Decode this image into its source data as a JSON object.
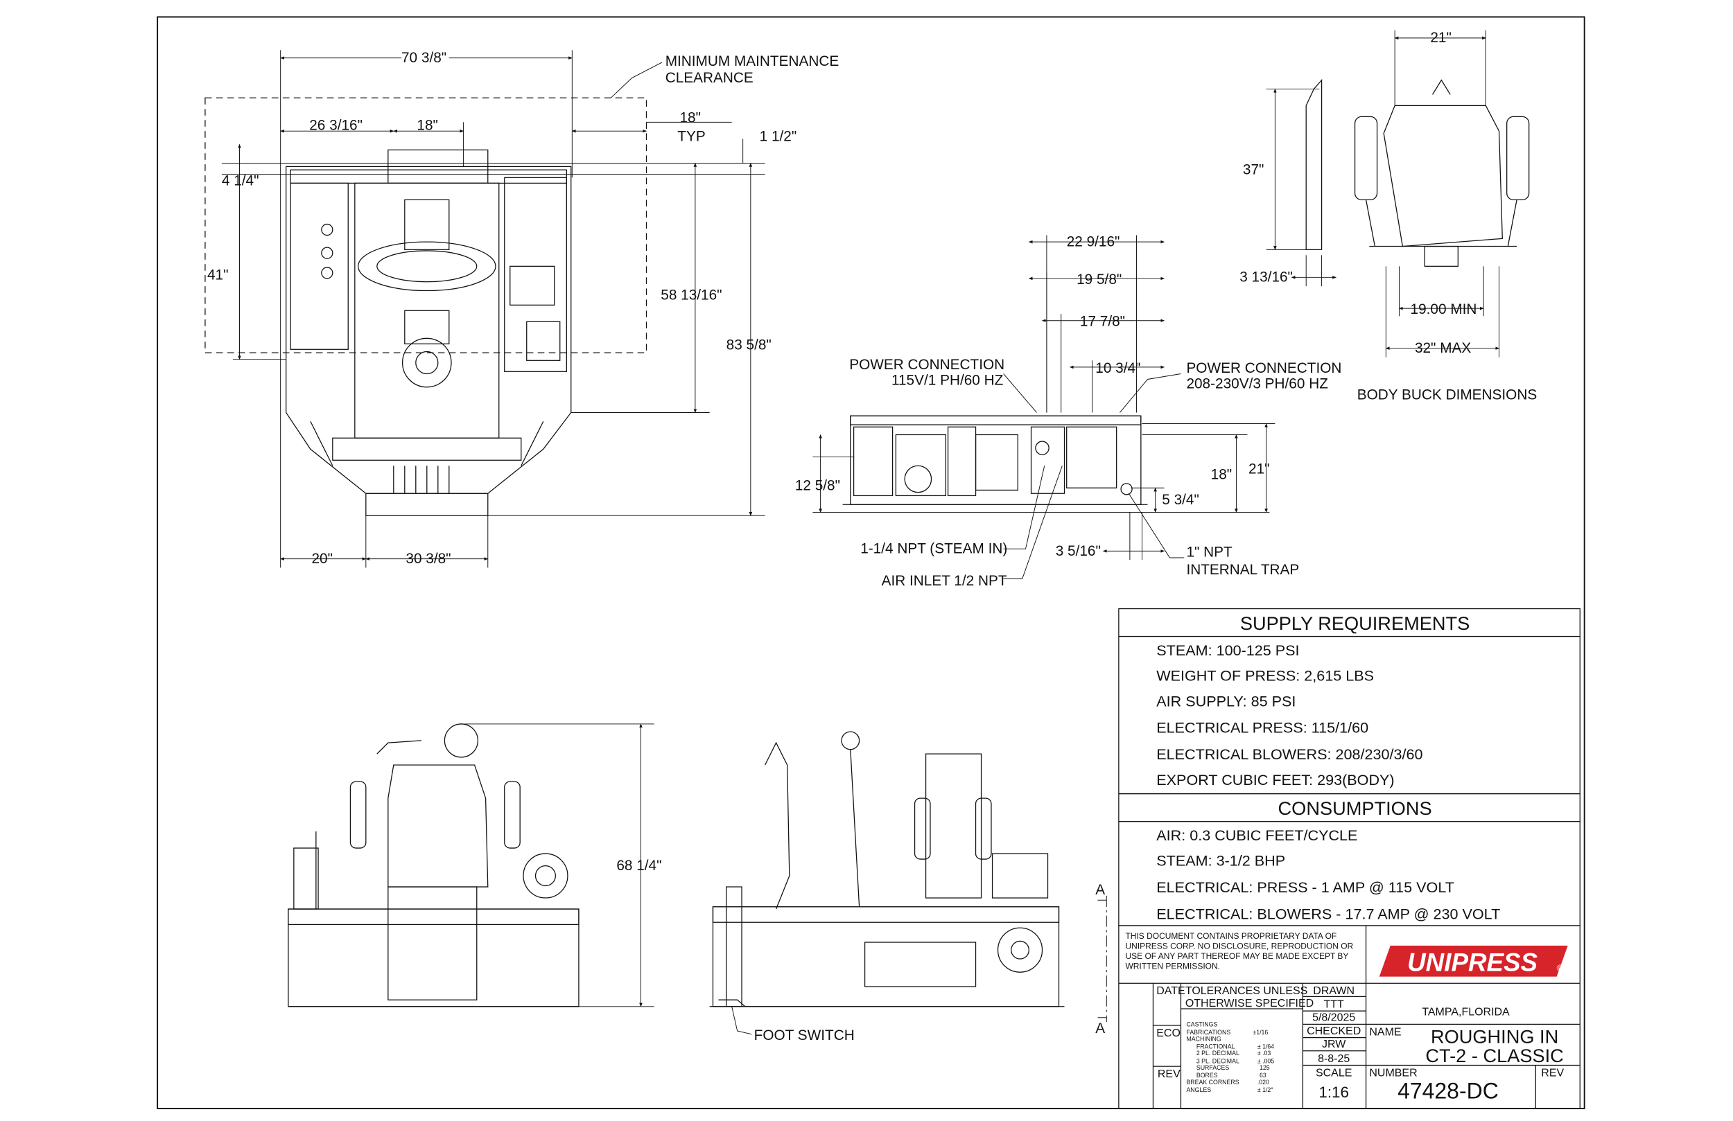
{
  "top_view": {
    "dims": {
      "overall_width": "70 3/8\"",
      "left_offset": "26 3/16\"",
      "center_offset": "18\"",
      "top_gap": "4 1/4\"",
      "left_height": "41\"",
      "right_height": "58 13/16\"",
      "overall_depth": "83 5/8\"",
      "bottom_left": "20\"",
      "bottom_center": "30 3/8\"",
      "clearance_typ_value": "18\"",
      "clearance_typ_label": "TYP",
      "small_offset": "1 1/2\""
    },
    "clearance_label_1": "MINIMUM MAINTENANCE",
    "clearance_label_2": "CLEARANCE"
  },
  "side_view": {
    "dims": {
      "d1": "22 9/16\"",
      "d2": "19 5/8\"",
      "d3": "17 7/8\"",
      "d4": "10 3/4\"",
      "h_left": "12 5/8\"",
      "h_mid": "18\"",
      "h_right": "21\"",
      "h_low": "5 3/4\"",
      "bottom_gap": "3 5/16\""
    },
    "power_115_title": "POWER CONNECTION",
    "power_115_spec": "115V/1 PH/60 HZ",
    "power_208_title": "POWER CONNECTION",
    "power_208_spec": "208-230V/3 PH/60 HZ",
    "steam_in": "1-1/4 NPT (STEAM IN)",
    "air_inlet": "AIR INLET 1/2 NPT",
    "npt_1": "1\" NPT",
    "internal_trap": "INTERNAL TRAP"
  },
  "body_buck": {
    "width_top": "21\"",
    "height": "37\"",
    "small": "3 13/16\"",
    "min": "19.00 MIN",
    "max": "32\" MAX",
    "caption": "BODY BUCK DIMENSIONS"
  },
  "front_view": {
    "height": "68 1/4\""
  },
  "right_view": {
    "foot_switch": "FOOT SWITCH",
    "section_mark": "A"
  },
  "supply": {
    "title": "SUPPLY REQUIREMENTS",
    "rows": [
      "STEAM: 100-125 PSI",
      "WEIGHT OF PRESS: 2,615 LBS",
      "AIR SUPPLY: 85 PSI",
      "ELECTRICAL PRESS: 115/1/60",
      "ELECTRICAL BLOWERS: 208/230/3/60",
      "EXPORT CUBIC FEET: 293(BODY)"
    ]
  },
  "consumptions": {
    "title": "CONSUMPTIONS",
    "rows": [
      "AIR: 0.3 CUBIC FEET/CYCLE",
      "STEAM: 3-1/2 BHP",
      "ELECTRICAL: PRESS - 1 AMP @ 115 VOLT",
      "ELECTRICAL: BLOWERS - 17.7 AMP @ 230 VOLT"
    ]
  },
  "title_block": {
    "notice_lines": [
      "THIS DOCUMENT CONTAINS PROPRIETARY DATA OF",
      "UNIPRESS CORP. NO DISCLOSURE, REPRODUCTION OR",
      "USE OF ANY PART THEREOF MAY BE MADE EXCEPT BY",
      "WRITTEN PERMISSION."
    ],
    "logo": "UNIPRESS",
    "logo_mark": "®",
    "date_label": "DATE",
    "eco_label": "ECO",
    "rev_label": "REV",
    "tolerances_1": "TOLERANCES UNLESS",
    "tolerances_2": "OTHERWISE SPECIFIED",
    "tol_labels": [
      "CASTINGS",
      "FABRICATIONS",
      "MACHINING",
      "FRACTIONAL",
      "2 PL. DECIMAL",
      "3 PL. DECIMAL",
      "SURFACES",
      "BORES",
      "BREAK CORNERS",
      "ANGLES"
    ],
    "tol_values": [
      "",
      "±1/16",
      "",
      "± 1/64",
      "± .03",
      "± .005",
      "125",
      "63",
      ".020",
      "± 1/2°"
    ],
    "drawn_label": "DRAWN",
    "drawn_by": "TTT",
    "drawn_date": "5/8/2025",
    "checked_label": "CHECKED",
    "checked_by": "JRW",
    "checked_date": "8-8-25",
    "scale_label": "SCALE",
    "scale_value": "1:16",
    "location": "TAMPA,FLORIDA",
    "name_label": "NAME",
    "name_line_1": "ROUGHING IN",
    "name_line_2": "CT-2 - CLASSIC",
    "number_label": "NUMBER",
    "number_value": "47428-DC",
    "rev_label_2": "REV"
  },
  "colors": {
    "logo_red": "#d6242a",
    "line": "#111111"
  }
}
